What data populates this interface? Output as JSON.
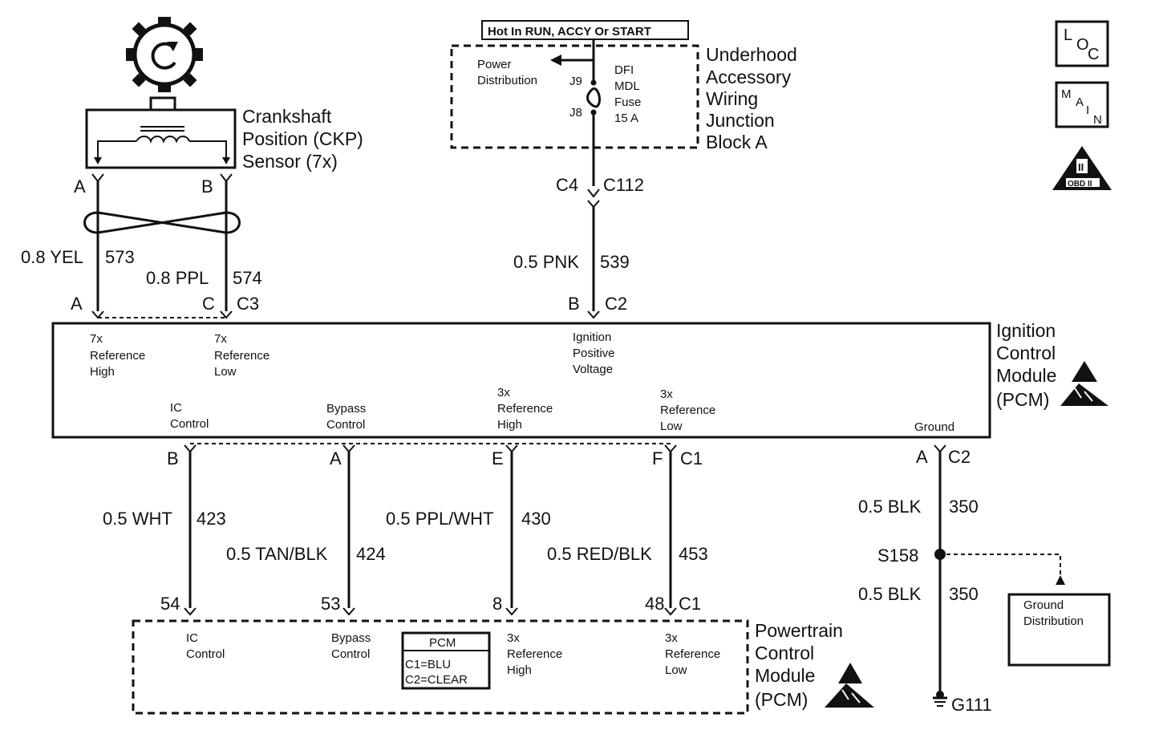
{
  "top": {
    "hot_label": "Hot In RUN, ACCY Or START",
    "power_distribution": [
      "Power",
      "Distribution"
    ],
    "fuse_j9": "J9",
    "fuse_j8": "J8",
    "fuse_name": [
      "DFI",
      "MDL",
      "Fuse",
      "15 A"
    ],
    "block_name": [
      "Underhood",
      "Accessory",
      "Wiring",
      "Junction",
      "Block A"
    ],
    "conn_c4": "C4",
    "conn_c112": "C112"
  },
  "icons": {
    "loc": [
      "L",
      "O",
      "C"
    ],
    "main": [
      "M",
      "A",
      "I",
      "N"
    ],
    "obd": [
      "II",
      "OBD II"
    ]
  },
  "ckp": {
    "name": [
      "Crankshaft",
      "Position (CKP)",
      "Sensor (7x)"
    ],
    "pin_a": "A",
    "pin_b": "B",
    "wire1_color": "0.8 YEL",
    "wire1_circuit": "573",
    "wire2_color": "0.8 PPL",
    "wire2_circuit": "574"
  },
  "pnk_wire": {
    "color": "0.5 PNK",
    "circuit": "539"
  },
  "icm": {
    "name": [
      "Ignition",
      "Control",
      "Module",
      "(PCM)"
    ],
    "top_pins": {
      "a": "A",
      "c": "C",
      "c3": "C3",
      "b": "B",
      "c2": "C2"
    },
    "labels": {
      "ref_high_7x": [
        "7x",
        "Reference",
        "High"
      ],
      "ref_low_7x": [
        "7x",
        "Reference",
        "Low"
      ],
      "ign_pos": [
        "Ignition",
        "Positive",
        "Voltage"
      ],
      "ic_control": [
        "IC",
        "Control"
      ],
      "bypass_control": [
        "Bypass",
        "Control"
      ],
      "ref_high_3x": [
        "3x",
        "Reference",
        "High"
      ],
      "ref_low_3x": [
        "3x",
        "Reference",
        "Low"
      ],
      "ground": "Ground"
    },
    "bottom_pins": {
      "b": "B",
      "a": "A",
      "e": "E",
      "f": "F",
      "c1": "C1",
      "ga": "A",
      "gc2": "C2"
    }
  },
  "wires": [
    {
      "color": "0.5 WHT",
      "circuit": "423"
    },
    {
      "color": "0.5 TAN/BLK",
      "circuit": "424"
    },
    {
      "color": "0.5 PPL/WHT",
      "circuit": "430"
    },
    {
      "color": "0.5 RED/BLK",
      "circuit": "453"
    }
  ],
  "ground_wires": {
    "upper_color": "0.5 BLK",
    "upper_circuit": "350",
    "splice": "S158",
    "lower_color": "0.5 BLK",
    "lower_circuit": "350",
    "ground": "G111",
    "distribution": [
      "Ground",
      "Distribution"
    ]
  },
  "pcm": {
    "pins": {
      "p54": "54",
      "p53": "53",
      "p8": "8",
      "p48": "48",
      "c1": "C1"
    },
    "labels": {
      "ic_control": [
        "IC",
        "Control"
      ],
      "bypass_control": [
        "Bypass",
        "Control"
      ],
      "ref_high_3x": [
        "3x",
        "Reference",
        "High"
      ],
      "ref_low_3x": [
        "3x",
        "Reference",
        "Low"
      ]
    },
    "legend_title": "PCM",
    "legend_c1": "C1=BLU",
    "legend_c2": "C2=CLEAR",
    "name": [
      "Powertrain",
      "Control",
      "Module",
      "(PCM)"
    ]
  }
}
